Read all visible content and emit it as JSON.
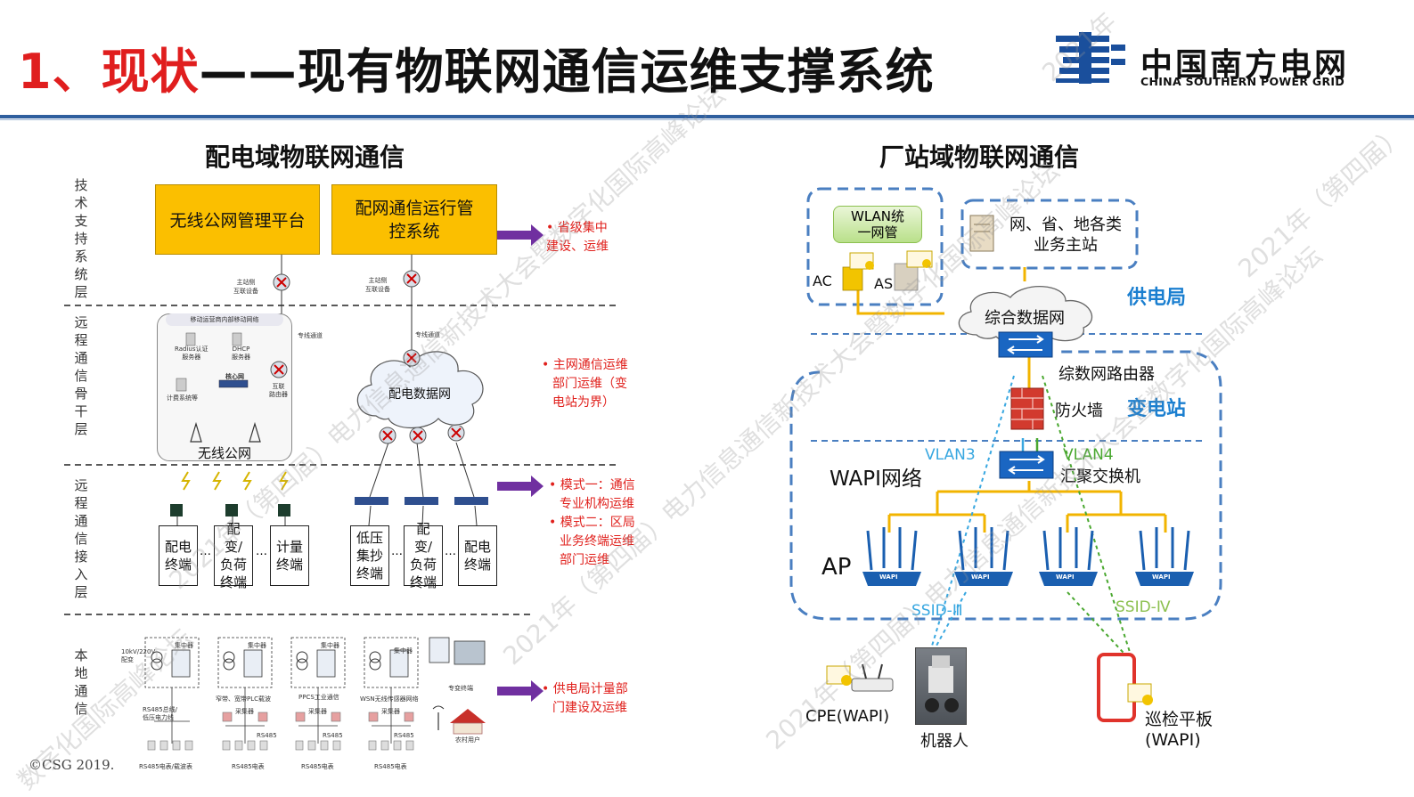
{
  "header": {
    "title_prefix": "1、现状",
    "title_rest": "——现有物联网通信运维支撑系统",
    "logo_cn": "中国南方电网",
    "logo_en": "CHINA SOUTHERN POWER GRID"
  },
  "left": {
    "title": "配电域物联网通信",
    "layers": [
      "技术支持系统层",
      "远程通信骨干层",
      "远程通信接入层",
      "本地通信"
    ],
    "platform_boxes": [
      "无线公网管理平台",
      "配网通信运行管控系统"
    ],
    "notes": [
      [
        "• 省级集中",
        "建设、运维"
      ],
      [
        "• 主网通信运维",
        "部门运维（变",
        "电站为界）"
      ],
      [
        "• 模式一：通信",
        "专业机构运维",
        "• 模式二：区局",
        "业务终端运维",
        "部门运维"
      ],
      [
        "• 供电局计量部",
        "门建设及运维"
      ]
    ],
    "wireless_cloud_header": "移动运营商内部移动网络",
    "small_labels": {
      "station_side_1": "主站侧",
      "station_side_2": "互联设备",
      "dedicated_channel": "专线通道",
      "radius": "Radius认证",
      "radius2": "服务器",
      "dhcp": "DHCP",
      "dhcp2": "服务器",
      "billing": "计费系统等",
      "core_net": "核心网",
      "interconnect": "互联",
      "router": "路由器"
    },
    "wireless_public": "无线公网",
    "dist_data_net": "配电数据网",
    "terminals_left": [
      "配电终端",
      "配变/负荷终端",
      "计量终端"
    ],
    "terminals_right": [
      "低压集抄终端",
      "配变/负荷终端",
      "配电终端"
    ],
    "ellipsis": "…",
    "local_labels": {
      "concentrator": "集中器",
      "transformer": "10kV/220V 配变",
      "rs485_bus": "RS485总线/低压电力线",
      "carrier": "窄带、宽带PLC载波",
      "ppcs": "PPCS工业通信",
      "wsn": "WSN无线传感器网络",
      "collector": "采集器",
      "rs485": "RS485",
      "special_terminal": "专变终端",
      "rural_user": "农村用户",
      "meter1": "RS485电表/载波表",
      "meter2": "RS485电表"
    }
  },
  "right": {
    "title": "厂站域物联网通信",
    "wlan": "WLAN统一网管",
    "ac": "AC",
    "as": "AS",
    "business_station": "网、省、地各类业务主站",
    "data_net": "综合数据网",
    "supply_bureau": "供电局",
    "router": "综数网路由器",
    "firewall": "防火墙",
    "substation": "变电站",
    "vlan3": "VLAN3",
    "vlan4": "VLAN4",
    "switch": "汇聚交换机",
    "wapi_net": "WAPI网络",
    "ap": "AP",
    "ssid3": "SSID-Ⅲ",
    "ssid4": "SSID-Ⅳ",
    "cpe": "CPE(WAPI)",
    "robot": "机器人",
    "tablet": "巡检平板",
    "tablet2": "(WAPI)",
    "ap_brand": "WAPI"
  },
  "footer": "©CSG 2019.",
  "watermarks": [
    "数字化国际高峰论坛",
    "2021年（第四届）电力信息通信新技术大会暨数字化国际高峰论坛",
    "2021年（第四届）电力信息通信新技术大会暨数字化国际高峰论坛",
    "2021年（第四届）电力信息通信新技术大会暨数字化国际高峰论坛",
    "2021年（第四届）",
    "2021年"
  ],
  "colors": {
    "title_red": "#e01e1e",
    "accent_blue": "#2f5f9e",
    "platform_yellow": "#fbbf00",
    "note_red": "#e0201c",
    "arrow_purple": "#7030a0",
    "label_blue": "#1b7fd0",
    "dash_blue": "#4a7fc1",
    "link_yellow": "#f2b400",
    "vlan_green": "#4aa830"
  }
}
